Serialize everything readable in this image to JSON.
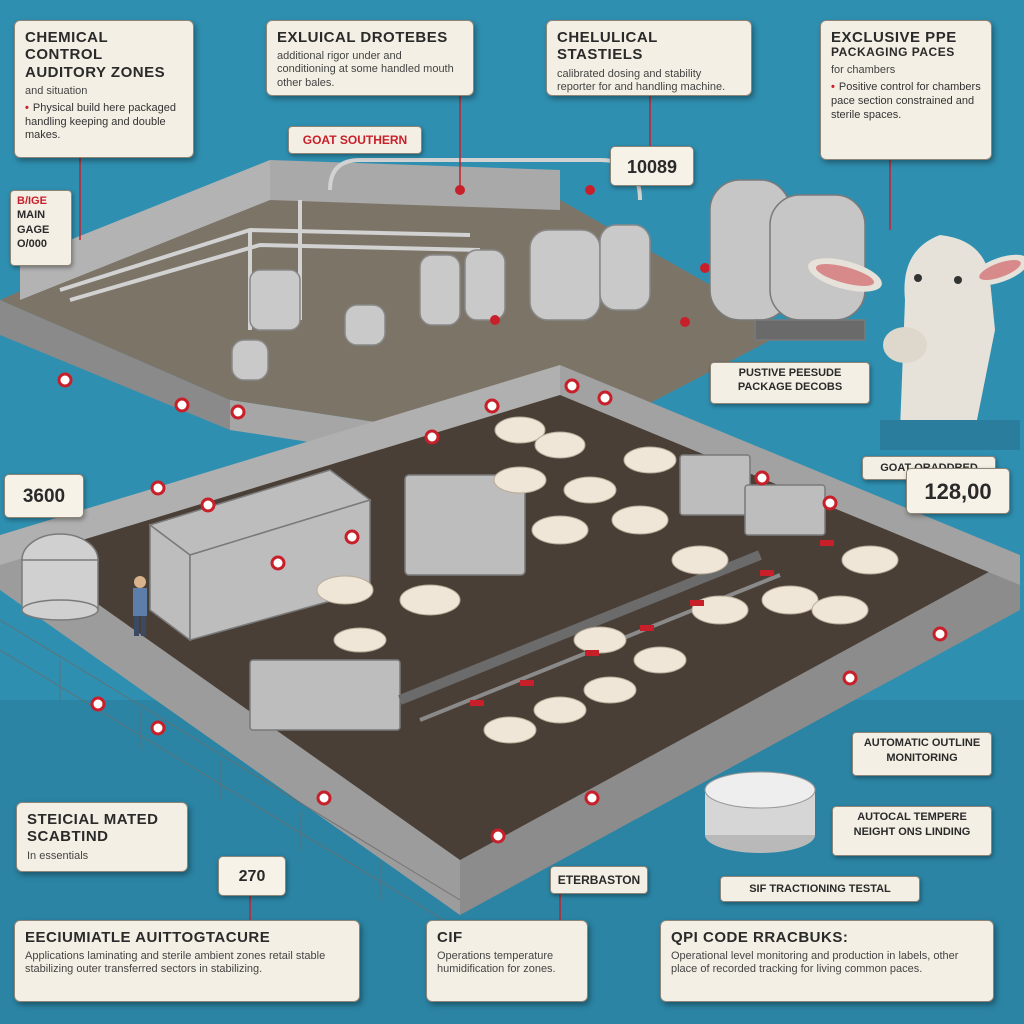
{
  "illustration": {
    "colors": {
      "water": "#2f8fb0",
      "card": "#f4efe4",
      "accent_red": "#c8202a",
      "wall": "#9a9a9a",
      "floor": "#4a3f36",
      "steel": "#c9c9c9",
      "goat": "#efe6d8"
    }
  },
  "cards": {
    "chemical_control": {
      "title_line1": "CHEMICAL CONTROL",
      "title_line2": "AUDITORY ZONES",
      "subtitle": "and situation",
      "bullet": "Physical build here packaged handling keeping and double makes."
    },
    "exlucical": {
      "title": "EXLUICAL DROTEBES",
      "subtitle": "additional rigor under and conditioning at some handled mouth other bales."
    },
    "chelulical": {
      "title": "CHELULICAL STASTIELS",
      "subtitle": "calibrated dosing and stability reporter for and handling machine."
    },
    "exclusive_ppe": {
      "title_line1": "EXCLUSIVE PPE",
      "title_line2": "PACKAGING PACES",
      "subtitle": "for chambers",
      "bullet": "Positive control for chambers pace section constrained and sterile spaces."
    },
    "sterile_mated": {
      "title_line1": "STEICIAL MATED",
      "title_line2": "SCABTIND",
      "subtitle": "In essentials"
    },
    "equitable": {
      "title": "EECIUMIATLE AUITTOGTACURE",
      "subtitle": "Applications laminating and sterile ambient zones retail stable stabilizing outer transferred sectors in stabilizing."
    },
    "cif": {
      "title": "CIF",
      "subtitle": "Operations temperature humidification for zones."
    },
    "qpi_code": {
      "title": "QPI CODE RRACBUKS:",
      "subtitle": "Operational level monitoring and production in labels, other place of recorded tracking for living common paces."
    }
  },
  "tags": {
    "goat_southern": "GOAT SOUTHERN",
    "positive_pressure_line1": "PUSTIVE PEESUDE",
    "positive_pressure_line2": "PACKAGE DECOBS",
    "goat_oraddred": "GOAT ORADDRED",
    "automatic_line1": "AUTOMATIC OUTLINE",
    "automatic_line2": "MONITORING",
    "autocal_line1": "AUTOCAL TEMPERE",
    "autocal_line2": "NEIGHT ONS LINDING",
    "eterbaston": "ETERBASTON",
    "sif_tracking": "SIF TRACTIONING TESTAL",
    "side_line1": "B/IGE",
    "side_line2": "MAIN",
    "side_line3": "GAGE",
    "side_line4": "O/000"
  },
  "stats": {
    "top_center": "10089",
    "left": "3600",
    "right": "128,00",
    "bottom": "270"
  }
}
